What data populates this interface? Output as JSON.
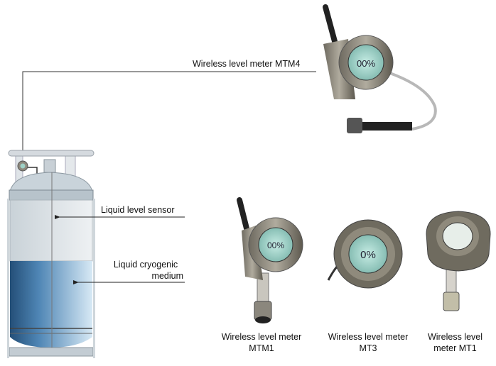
{
  "labels": {
    "mtm4": "Wireless level meter MTM4",
    "sensor": "Liquid level sensor",
    "medium_line1": "Liquid cryogenic",
    "medium_line2": "medium",
    "mtm1_line1": "Wireless level meter",
    "mtm1_line2": "MTM1",
    "mt3_line1": "Wireless level meter",
    "mt3_line2": "MT3",
    "mt1_line1": "Wireless level",
    "mt1_line2": "meter MT1"
  },
  "displays": {
    "mtm4": "00%",
    "mtm1": "00%",
    "mt3": "0%"
  },
  "colors": {
    "liquid": "#3f78a8",
    "lcd": "#a9d6cf",
    "metal": "#8a857a"
  }
}
